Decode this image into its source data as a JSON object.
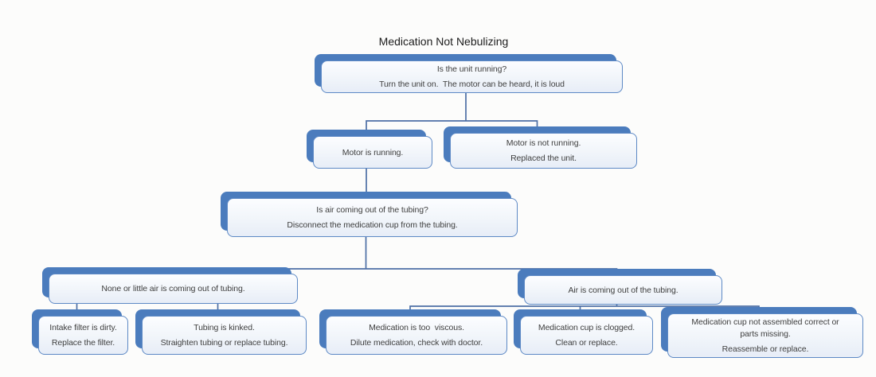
{
  "title": "Medication Not Nebulizing",
  "colors": {
    "node_shadow": "#4b7cbd",
    "node_border": "#5d89c5",
    "node_fill_top": "#fcfdff",
    "node_fill_bottom": "#e7edf7",
    "connector": "#4d6fa5",
    "text": "#3f3f3f",
    "title_text": "#1c1c1c",
    "background": "#fcfcfb"
  },
  "nodes": [
    {
      "id": "is-unit-running",
      "lines": [
        "Is the unit running?",
        "Turn the unit on.  The motor can be heard, it is loud"
      ]
    },
    {
      "id": "motor-running",
      "lines": [
        "Motor is running."
      ]
    },
    {
      "id": "motor-not-running",
      "lines": [
        "Motor is not running.",
        "Replaced the unit."
      ]
    },
    {
      "id": "air-question",
      "lines": [
        "Is air coming out of the tubing?",
        "Disconnect the medication cup from the tubing."
      ]
    },
    {
      "id": "none-or-little-air",
      "lines": [
        "None or little air is coming out of tubing."
      ]
    },
    {
      "id": "air-coming-out",
      "lines": [
        "Air is coming out of the tubing."
      ]
    },
    {
      "id": "intake-filter-dirty",
      "lines": [
        "Intake filter is dirty.",
        "Replace the filter."
      ]
    },
    {
      "id": "tubing-kinked",
      "lines": [
        "Tubing is kinked.",
        "Straighten tubing or replace tubing."
      ]
    },
    {
      "id": "medication-viscous",
      "lines": [
        "Medication is too  viscous.",
        "Dilute medication, check with doctor."
      ]
    },
    {
      "id": "cup-clogged",
      "lines": [
        "Medication cup is clogged.",
        "Clean or replace."
      ]
    },
    {
      "id": "cup-not-assembled",
      "lines": [
        "Medication cup not assembled correct or",
        "parts missing.",
        "Reassemble or replace."
      ]
    }
  ]
}
